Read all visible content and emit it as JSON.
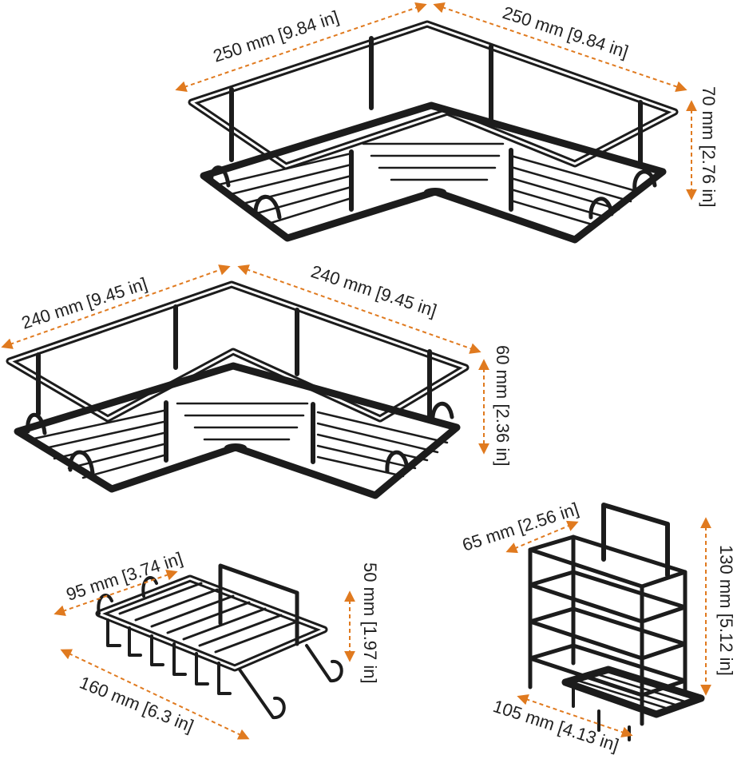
{
  "colors": {
    "dimension": "#e07a1f",
    "product": "#1c1c1c",
    "background": "#ffffff"
  },
  "large_corner_shelf": {
    "width_left": "250 mm [9.84 in]",
    "width_right": "250 mm [9.84 in]",
    "height": "70 mm [2.76 in]"
  },
  "medium_corner_shelf": {
    "width_left": "240 mm [9.45 in]",
    "width_right": "240 mm [9.45 in]",
    "height": "60 mm [2.36 in]"
  },
  "soap_dish": {
    "depth": "95 mm [3.74 in]",
    "width": "160 mm [6.3 in]",
    "height": "50 mm [1.97 in]"
  },
  "toothbrush_holder": {
    "depth": "65 mm [2.56 in]",
    "width": "105 mm [4.13 in]",
    "height": "130 mm [5.12 in]"
  }
}
